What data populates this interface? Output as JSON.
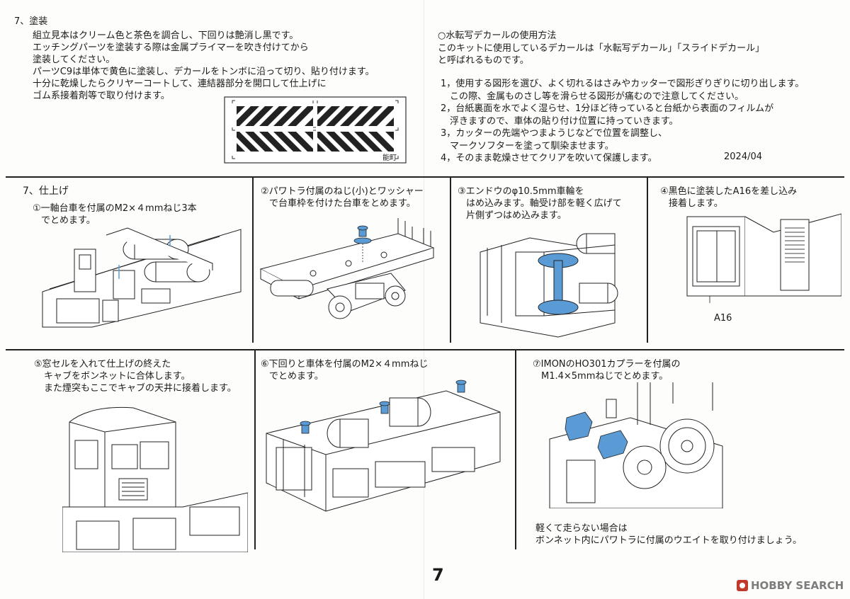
{
  "section7_paint": {
    "heading": "7、塗装",
    "lines": [
      "組立見本はクリーム色と茶色を調合し、下回りは艶消し黒です。",
      "エッチングパーツを塗装する際は金属プライマーを吹き付けてから",
      "塗装してください。",
      "パーツC9は単体で黄色に塗装し、デカールをトンボに沿って切り、貼り付けます。",
      "十分に乾燥したらクリヤーコートして、連結器部分を開口して仕上げに",
      "ゴム系接着剤等で取り付けます。"
    ],
    "decal_label": "能町"
  },
  "decal_usage": {
    "heading": "○水転写デカールの使用方法",
    "intro": [
      "このキットに使用しているデカールは「水転写デカール」「スライドデカール」",
      "と呼ばれるものです。"
    ],
    "steps": [
      "1，使用する図形を選び、よく切れるはさみやカッターで図形ぎりぎりに切り出します。",
      "　この際、金属ものさし等を滑らせる図形が痛むので注意してください。",
      "2，台紙裏面を水でよく湿らせ、1分ほど待っていると台紙から表面のフィルムが",
      "　浮きますので、車体の貼り付け位置に持っていきます。",
      "3，カッターの先端やつまようじなどで位置を調整し、",
      "　マークソフターを塗って馴染ませます。",
      "4，そのまま乾燥させてクリアを吹いて保護します。"
    ],
    "date": "2024/04"
  },
  "finishing": {
    "heading": "7、仕上げ",
    "step1": [
      "①一軸台車を付属のM2×４mmねじ3本",
      "でとめます。"
    ],
    "step2": [
      "②パワトラ付属のねじ(小)とワッシャー",
      "で台車枠を付けた台車をとめます。"
    ],
    "step3": [
      "③エンドウのφ10.5mm車輪を",
      "はめ込みます。軸受け部を軽く広げて",
      "片側ずつはめ込みます。"
    ],
    "step4": [
      "④黒色に塗装したA16を差し込み",
      "接着します。"
    ],
    "step4_part_label": "A16",
    "step5": [
      "⑤窓セルを入れて仕上げの終えた",
      "キャブをボンネットに合体します。",
      "また煙突もここでキャブの天井に接着します。"
    ],
    "step6": [
      "⑥下回りと車体を付属のM2×４mmねじ",
      "でとめます。"
    ],
    "step7": [
      "⑦IMONのHO301カプラーを付属の",
      "M1.4×5mmねじでとめます。"
    ],
    "note": [
      "軽くて走らない場合は",
      "ボンネット内にパワトラに付属のウエイトを取り付けましょう。"
    ]
  },
  "page_number": "7",
  "watermark": "HOBBY SEARCH",
  "colors": {
    "part_highlight": "#5b9bd5",
    "line": "#222222"
  }
}
